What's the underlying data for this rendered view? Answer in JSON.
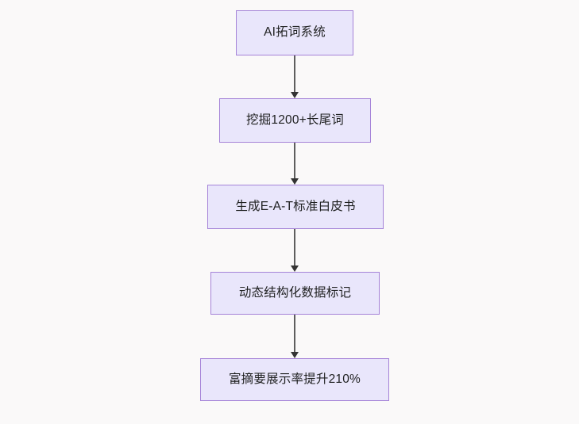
{
  "diagram": {
    "type": "flowchart",
    "direction": "top-to-bottom",
    "background_color": "#faf9f9",
    "node_fill_color": "#e9e6fb",
    "node_border_color": "#a583d8",
    "edge_color": "#5e5e5e",
    "text_color": "#1f2020",
    "nodes": [
      {
        "id": "n1",
        "label": "AI拓词系统"
      },
      {
        "id": "n2",
        "label": "挖掘1200+长尾词"
      },
      {
        "id": "n3",
        "label": "生成E-A-T标准白皮书"
      },
      {
        "id": "n4",
        "label": "动态结构化数据标记"
      },
      {
        "id": "n5",
        "label": "富摘要展示率提升210%"
      }
    ],
    "edges": [
      {
        "id": "e1",
        "from": "n1",
        "to": "n2",
        "arrow": "down-arrow"
      },
      {
        "id": "e2",
        "from": "n2",
        "to": "n3",
        "arrow": "down-arrow"
      },
      {
        "id": "e3",
        "from": "n3",
        "to": "n4",
        "arrow": "down-arrow"
      },
      {
        "id": "e4",
        "from": "n4",
        "to": "n5",
        "arrow": "down-arrow"
      }
    ]
  }
}
